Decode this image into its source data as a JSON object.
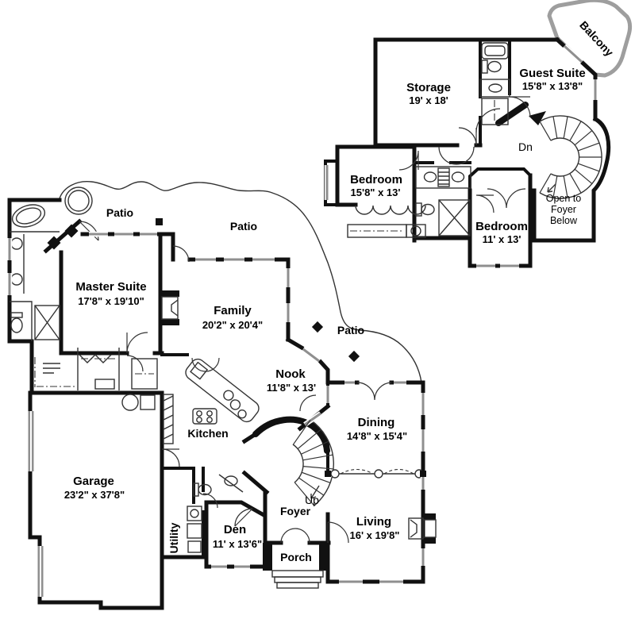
{
  "plan": {
    "upper_floor": {
      "storage": {
        "name": "Storage",
        "dims": "19' x 18'"
      },
      "guest_suite": {
        "name": "Guest Suite",
        "dims": "15'8\" x 13'8\""
      },
      "bedroom_large": {
        "name": "Bedroom",
        "dims": "15'8\" x 13'"
      },
      "bedroom_small": {
        "name": "Bedroom",
        "dims": "11' x 13'"
      },
      "balcony_label": "Balcony",
      "stair_label": "Dn",
      "open_below_line1": "Open to",
      "open_below_line2": "Foyer",
      "open_below_line3": "Below"
    },
    "main_floor": {
      "master_suite": {
        "name": "Master Suite",
        "dims": "17'8\" x 19'10\""
      },
      "family": {
        "name": "Family",
        "dims": "20'2\" x 20'4\""
      },
      "nook": {
        "name": "Nook",
        "dims": "11'8\" x 13'"
      },
      "dining": {
        "name": "Dining",
        "dims": "14'8\" x 15'4\""
      },
      "living": {
        "name": "Living",
        "dims": "16' x 19'8\""
      },
      "den": {
        "name": "Den",
        "dims": "11' x 13'6\""
      },
      "garage": {
        "name": "Garage",
        "dims": "23'2\" x 37'8\""
      },
      "kitchen_label": "Kitchen",
      "utility_label": "Utility",
      "foyer_label": "Foyer",
      "porch_label": "Porch",
      "patio_label_1": "Patio",
      "patio_label_2": "Patio",
      "patio_label_3": "Patio",
      "stair_label": "Up"
    },
    "colors": {
      "wall": "#111111",
      "line": "#333333",
      "window": "#8f8f8f",
      "balcony": "#9e9e9e",
      "label": "#000000",
      "background": "#ffffff"
    }
  }
}
